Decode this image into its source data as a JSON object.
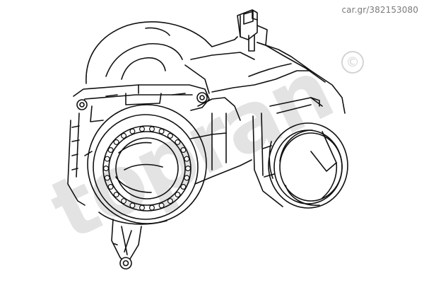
{
  "watermark": {
    "url": "car.gr/382153080",
    "brand": "topran",
    "copyright_symbol": "©"
  },
  "drawing": {
    "subject": "ignition-lock-housing",
    "line_color": "#111111",
    "background": "#ffffff"
  }
}
